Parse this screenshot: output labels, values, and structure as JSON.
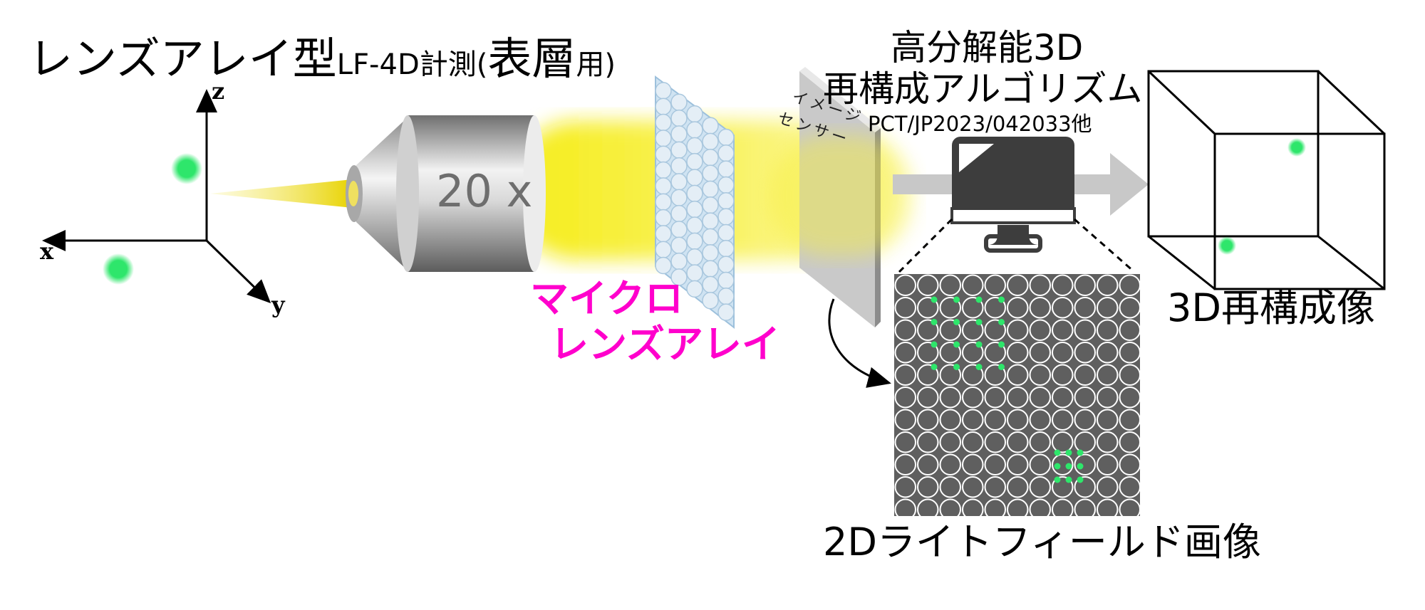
{
  "title": {
    "main": "レンズアレイ型",
    "sub": "LF-4D計測",
    "paren_open": "(",
    "paren_main": "表層",
    "paren_sub": "用",
    "paren_close": ")"
  },
  "axes": {
    "x": "x",
    "y": "y",
    "z": "z"
  },
  "objective": {
    "label": "20 x"
  },
  "microlens_array": {
    "line1": "マイクロ",
    "line2": "レンズアレイ"
  },
  "sensor": {
    "line1": "イメージ",
    "line2": "センサー"
  },
  "algorithm": {
    "line1": "高分解能3D",
    "line2": "再構成アルゴリズム",
    "patent": "PCT/JP2023/042033他"
  },
  "reconstruction": {
    "label": "3D再構成像"
  },
  "lightfield": {
    "label": "2Dライトフィールド画像"
  },
  "colors": {
    "dots": "#2ee66b",
    "magenta_label": "#ff00cc",
    "sensor_grid": "#5f5f5f",
    "beam": "#f7ef3a"
  }
}
